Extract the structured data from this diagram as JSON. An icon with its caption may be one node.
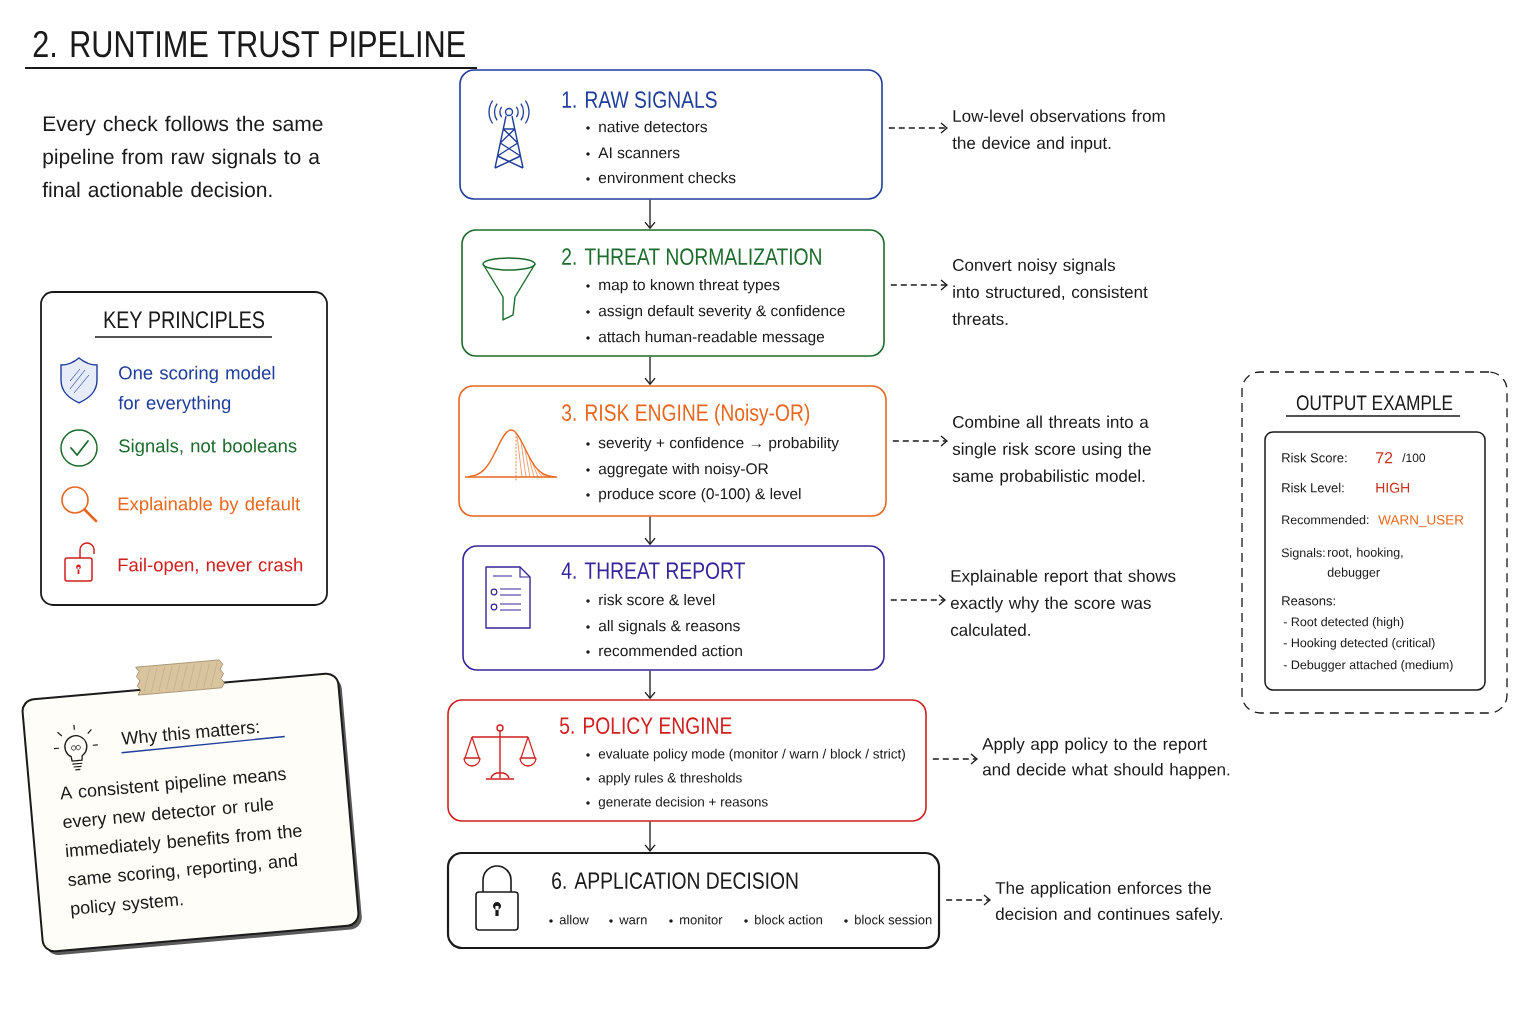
{
  "diagram": {
    "title": "2. RUNTIME TRUST PIPELINE",
    "nodes": [
      {
        "text": [
          "KEY PRINCIPLES",
          "One scoring model for everything",
          "Signals, not booleans",
          "Explainable by default",
          "Fail-open, never crash"
        ]
      },
      {
        "text": [
          "Why this matters:",
          "A consistent pipeline means every new detector or rule immediately benefits from the same scoring, reporting, and policy system."
        ]
      },
      {
        "text": [
          "1. RAW SIGNALS",
          "native detectors",
          "AI scanners",
          "environment checks"
        ]
      },
      {
        "text": [
          "Low-level observations from the device and input."
        ]
      },
      {
        "text": [
          "2. THREAT NORMALIZATION",
          "map to known threat types",
          "assign default severity & confidence",
          "attach human-readable message"
        ]
      },
      {
        "text": [
          "Convert noisy signals into structured, consistent threats."
        ]
      },
      {
        "text": [
          "3. RISK ENGINE (Noisy-OR)",
          "severity + confidence → probability",
          "aggregate with noisy-OR",
          "produce score (0-100) & level"
        ]
      },
      {
        "text": [
          "Combine all threats into a single risk score using the same probabilistic model."
        ]
      },
      {
        "text": [
          "4. THREAT REPORT",
          "risk score & level",
          "all signals & reasons",
          "recommended action"
        ]
      },
      {
        "text": [
          "Explainable report that shows exactly why the score was calculated."
        ]
      },
      {
        "text": [
          "5. POLICY ENGINE",
          "evaluate policy mode (monitor / warn / block / strict)",
          "apply rules & thresholds",
          "generate decision + reasons"
        ]
      },
      {
        "text": [
          "Apply app policy to the report and decide what should happen."
        ]
      },
      {
        "text": [
          "6. APPLICATION DECISION",
          "allow",
          "warn",
          "monitor",
          "block action",
          "block session"
        ]
      },
      {
        "text": [
          "The application enforces the decision and continues safely."
        ]
      },
      {
        "text": [
          "OUTPUT EXAMPLE"
        ]
      },
      {
        "text": [
          "Risk Score:",
          "72",
          "/100",
          "Risk Level:",
          "HIGH",
          "Recommended:",
          "WARN_USER",
          "Signals:",
          "root, hooking, debugger",
          "Reasons:",
          "- Root detected (high)",
          "- Hooking detected (critical)",
          "- Debugger attached (medium)"
        ],
        "in": 14
      }
    ],
    "edges": [
      {
        "from": 2,
        "to": 3,
        "arrow": "to",
        "style": "dashed"
      },
      {
        "from": 2,
        "to": 4,
        "arrow": "to"
      },
      {
        "from": 4,
        "to": 5,
        "arrow": "to",
        "style": "dashed"
      },
      {
        "from": 4,
        "to": 6,
        "arrow": "to"
      },
      {
        "from": 6,
        "to": 7,
        "arrow": "to",
        "style": "dashed"
      },
      {
        "from": 6,
        "to": 8,
        "arrow": "to"
      },
      {
        "from": 8,
        "to": 9,
        "arrow": "to",
        "style": "dashed"
      },
      {
        "from": 8,
        "to": 10,
        "arrow": "to"
      },
      {
        "from": 10,
        "to": 11,
        "arrow": "to",
        "style": "dashed"
      },
      {
        "from": 10,
        "to": 12,
        "arrow": "to"
      },
      {
        "from": 12,
        "to": 13,
        "arrow": "to",
        "style": "dashed"
      }
    ],
    "labels": [
      "Every check follows the same pipeline from raw signals to a final actionable decision."
    ]
  }
}
